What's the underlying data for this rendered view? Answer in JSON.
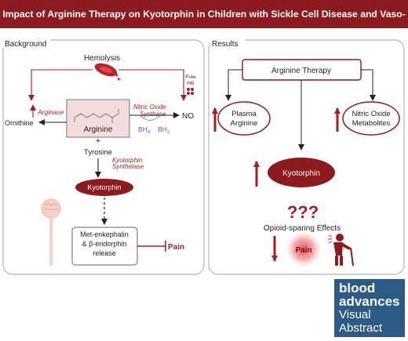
{
  "title": "Impact of Arginine Therapy on Kyotorphin in Children with Sickle Cell Disease and Vaso-occlusive Pain",
  "background": {
    "heading": "Background",
    "hemolysis": "Hemolysis",
    "free_hb_line1": "Free",
    "free_hb_line2": "Hb",
    "ornithine": "Ornithine",
    "arginase": "Arginase",
    "arginine": "Arginine",
    "nos_line1": "Nitric Oxide",
    "nos_line2": "Synthase",
    "bh4": "BH",
    "bh4_sub": "4",
    "bh2": "BH",
    "bh2_sub": "2",
    "no": "NO",
    "plus": "+",
    "tyrosine": "Tyrosine",
    "ks_line1": "Kyotorphin",
    "ks_line2": "Synthetase",
    "kyotorphin": "Kyotorphin",
    "met_line1": "Met-enkephalin",
    "met_line2": "& β-endorphin",
    "met_line3": "release",
    "pain": "Pain"
  },
  "results": {
    "heading": "Results",
    "therapy": "Arginine Therapy",
    "plasma_line1": "Plasma",
    "plasma_line2": "Arginine",
    "nitric_line1": "Nitric Oxide",
    "nitric_line2": "Metabolites",
    "kyotorphin": "Kyotorphin",
    "question_marks": "???",
    "opioid": "Opioid-sparing Effects",
    "pain": "Pain"
  },
  "logo": {
    "line1": "blood",
    "line2": "advances",
    "line3": "Visual",
    "line4": "Abstract"
  },
  "colors": {
    "brand_red": "#8d1a1f",
    "accent_red": "#a31f24",
    "enzyme_purple": "#7b4fa0",
    "logo_blue": "#2e5a86"
  }
}
